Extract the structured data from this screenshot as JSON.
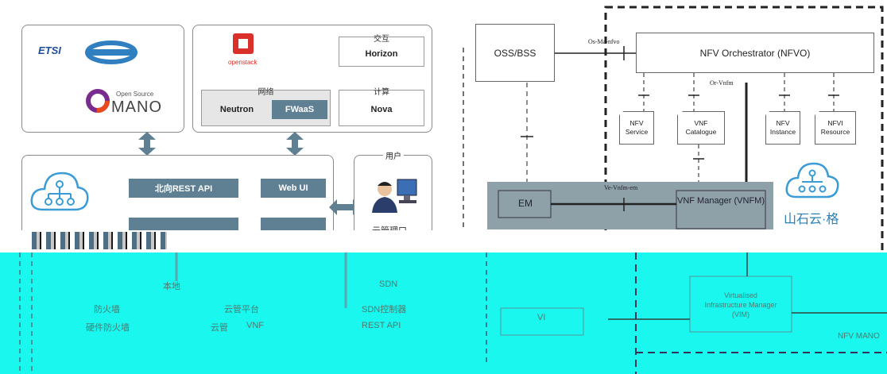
{
  "left": {
    "etsi_label": "ETSI",
    "osm_small": "Open Source",
    "osm_big": "MANO",
    "openstack_label": "openstack",
    "horizon_group": "交互",
    "horizon": "Horizon",
    "network_group": "网络",
    "neutron": "Neutron",
    "fwaas": "FWaaS",
    "compute_group": "计算",
    "nova": "Nova",
    "north_api": "北向REST API",
    "web_ui": "Web UI",
    "user_group": "用户",
    "user_caption": "云管理口",
    "cyan_texts": [
      "本地",
      "防火墙",
      "硬件防火墙",
      "云管平台",
      "云管",
      "VNF",
      "SDN",
      "SDN控制器",
      "REST API"
    ]
  },
  "right": {
    "oss_bss": "OSS/BSS",
    "nfvo": "NFV Orchestrator (NFVO)",
    "os_ma_nfvo": "Os-Ma-nfvo",
    "or_vnfm": "Or-Vnfm",
    "nfv_service": "NFV Service",
    "vnf_catalogue": "VNF Catalogue",
    "nfv_instance": "NFV Instance",
    "nfvi_resource": "NFVI Resource",
    "em": "EM",
    "ve_vnfm_em": "Ve-Vnfm-em",
    "vnfm": "VNF Manager (VNFM)",
    "cloud_caption": "山石云·格",
    "vi": "VI",
    "vim": "Virtualised Infrastructure Manager (VIM)",
    "nfv_mano": "NFV MANO"
  }
}
